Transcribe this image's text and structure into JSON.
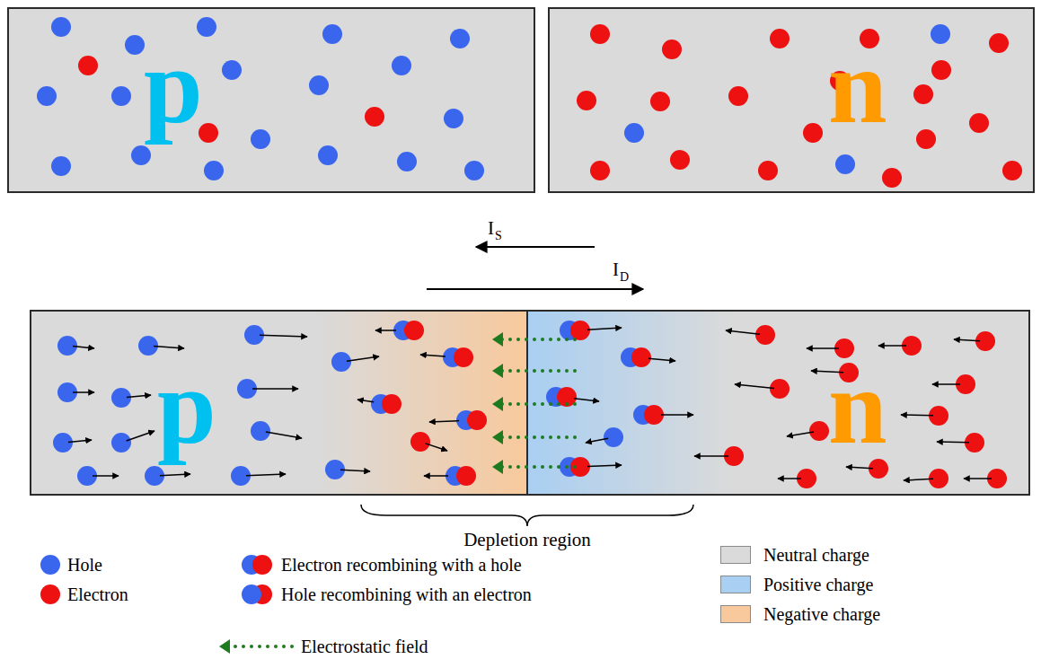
{
  "diagram": {
    "nodes": [
      {
        "text": [
          "p"
        ]
      },
      {
        "text": [
          "n"
        ]
      },
      {
        "text": [
          "p",
          "n"
        ]
      }
    ],
    "labels": [
      "I",
      "S",
      "I",
      "D",
      "Depletion region"
    ],
    "legend": [
      {
        "text": "Hole"
      },
      {
        "text": "Electron"
      },
      {
        "text": "Electron recombining with a hole"
      },
      {
        "text": "Hole recombining with an electron"
      },
      {
        "text": "Electrostatic field"
      },
      {
        "text": "Neutral charge",
        "color": "#dadada"
      },
      {
        "text": "Positive charge",
        "color": "#a9cff2"
      },
      {
        "text": "Negative charge",
        "color": "#f8c99c"
      }
    ]
  }
}
